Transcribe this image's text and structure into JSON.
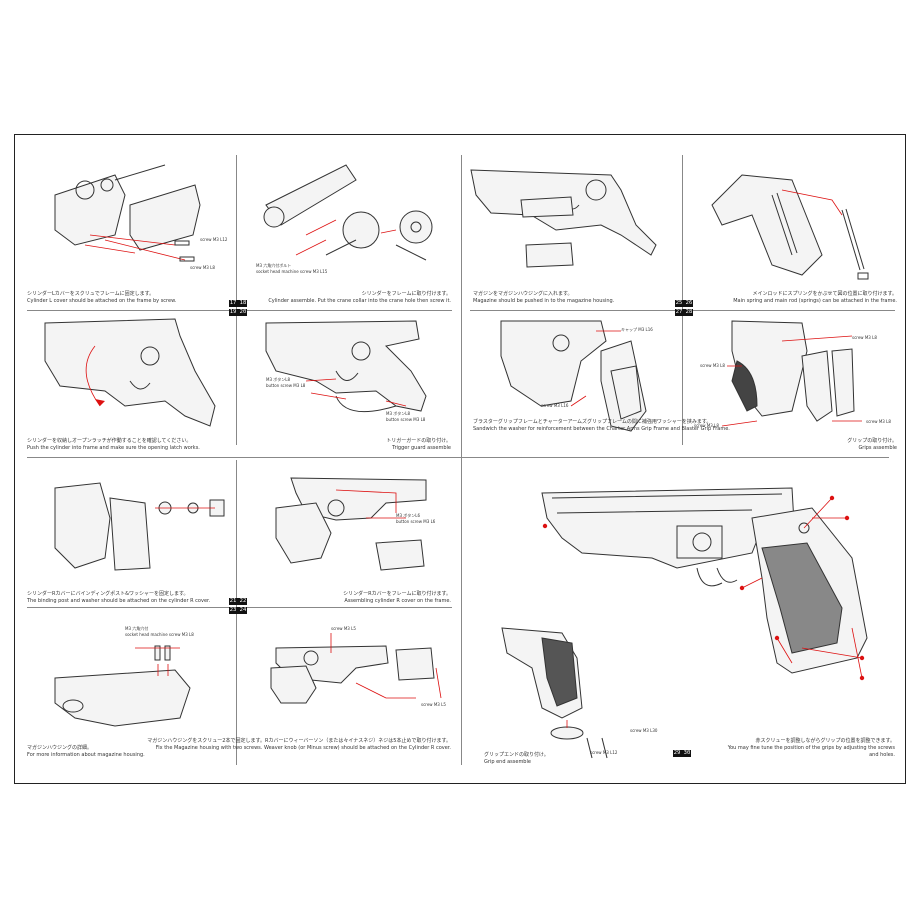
{
  "sections": [
    {
      "jp": "シリンダーLカバーをスクリュでフレームに固定します。",
      "en": "Cylinder L cover should be attached on the frame by screw.",
      "labels": [
        "screw M3 L12",
        "screw M3 L8"
      ]
    },
    {
      "jp": "シリンダーをフレームに取り付けます。",
      "en": "Cylinder assemble. Put the crane collar into the crane hole then screw it.",
      "labels": [
        "M3 六角穴付ボルト",
        "socket head machine screw M3 L15"
      ]
    },
    {
      "jp": "マガジンをマガジンハウジングに入れます。",
      "en": "Magazine should be pushed in to the magazine housing.",
      "labels": []
    },
    {
      "jp": "メインロッドにスプリングをかぶせて図の位置に取り付けます。",
      "en": "Main spring and main rod (springs) can be attached in the frame.",
      "labels": []
    },
    {
      "jp": "シリンダーを収納しオープンラッチが作動することを確認してください。",
      "en": "Push the cylinder into frame and make sure the opening latch works.",
      "labels": []
    },
    {
      "jp": "トリガーガードの取り付け。",
      "en": "Trigger guard assemble",
      "labels": [
        "M3 ボタンL8",
        "button screw M3 L8",
        "M3 ボタンL8",
        "button screw M3 L8"
      ]
    },
    {
      "jp": "ブラスターグリップフレームとチャーターアームズグリップフレームの間に補強用ワッシャーを挟みます。",
      "en": "Sandwich the washer for reinforcement between the Charter Arms Grip Frame and Blaster Grip Frame.",
      "labels": [
        "キャップ M3 L16",
        "screw M3 L16"
      ]
    },
    {
      "jp": "グリップの取り付け。",
      "en": "Grips assemble",
      "labels": [
        "screw M3 L8",
        "screw M3 L8",
        "screw M3 L8",
        "screw M3 L8"
      ]
    },
    {
      "jp": "シリンダーRカバーにバインディングポスト&ワッシャーを固定します。",
      "en": "The binding post and washer should be attached on the cylinder R cover.",
      "labels": []
    },
    {
      "jp": "シリンダーRカバーをフレームに取り付けます。",
      "en": "Assembling cylinder R cover on the frame.",
      "labels": [
        "M3 ボタンL6",
        "button screw M3 L6"
      ]
    },
    {
      "jp": "マガジンハウジングの詳細。",
      "en": "For more information about magazine housing.",
      "labels": [
        "M3 六角穴付",
        "socket head machine screw M3 L8"
      ]
    },
    {
      "jp": "マガジンハウジングをスクリュー2本で固定します。Rカバーにウィーバーソン（または々イナスネジ）ネジは5本止めで取り付けます。",
      "en": "Fix the Magazine housing with two screws. Weaver knob (or Minus screw) should be attached on the Cylinder R cover.",
      "labels": [
        "screw M3 L5",
        "screw M3 L5"
      ]
    },
    {
      "jp": "グリップエンドの取り付け。",
      "en": "Grip end assemble",
      "labels": [
        "screw M3 L12",
        "screw M3 L30"
      ]
    },
    {
      "jp": "赤スクリューを調整しながらグリップの位置を調整できます。",
      "en": "You may fine tune the position of the grips by adjusting the screws and holes.",
      "labels": []
    }
  ],
  "page_numbers": [
    "17",
    "18",
    "19",
    "20",
    "21",
    "22",
    "23",
    "24",
    "25",
    "26",
    "27",
    "28",
    "29",
    "30"
  ],
  "colors": {
    "accent": "#d11111",
    "line": "#333333"
  }
}
